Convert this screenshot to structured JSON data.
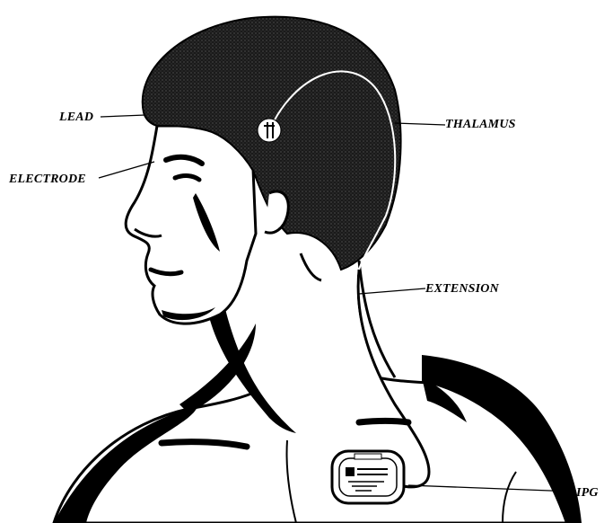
{
  "labels": {
    "lead": "LEAD",
    "electrode": "ELECTRODE",
    "thalamus": "THALAMUS",
    "extension": "EXTENSION",
    "ipg": "IPG"
  },
  "colors": {
    "ink": "#000000",
    "paper": "#ffffff",
    "hair_shade": "#2a2a2a"
  }
}
